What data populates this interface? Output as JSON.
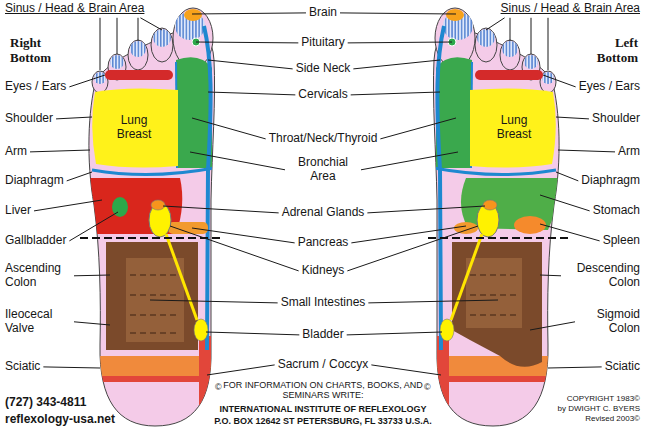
{
  "diagram": {
    "nodes": [
      {
        "text": [
          "Lung Breast"
        ]
      },
      {
        "text": [
          "Lung Breast"
        ]
      }
    ],
    "labels": [
      "Sinus / Head & Brain Area",
      "Brain",
      "Sinus / Head & Brain Area",
      "Right Bottom",
      "Pituitary",
      "Left Bottom",
      "Eyes / Ears",
      "Side Neck",
      "Eyes / Ears",
      "Cervicals",
      "Shoulder",
      "Throat/Neck/Thyroid",
      "Shoulder",
      "Arm",
      "Arm",
      "Bronchial Area",
      "Diaphragm",
      "Diaphragm",
      "Liver",
      "Stomach",
      "Adrenal Glands",
      "Gallbladder",
      "Pancreas",
      "Spleen",
      "Ascending Colon",
      "Kidneys",
      "Descending Colon",
      "Small Intestines",
      "Ileocecal Valve",
      "Sigmoid Colon",
      "Bladder",
      "Sciatic",
      "Sacrum / Coccyx",
      "Sciatic",
      "FOR INFORMATION ON CHARTS, BOOKS, AND SEMINARS WRITE:",
      "INTERNATIONAL INSTITUTE OF REFLEXOLOGY",
      "P.O. BOX 12642 ST PETERSBURG, FL 33733 U.S.A.",
      "(727) 343-4811",
      "reflexology-usa.net",
      "COPYRIGHT 1983©",
      "by DWIGHT C. BYERS",
      "Revised 2003©",
      "©",
      "©"
    ]
  }
}
